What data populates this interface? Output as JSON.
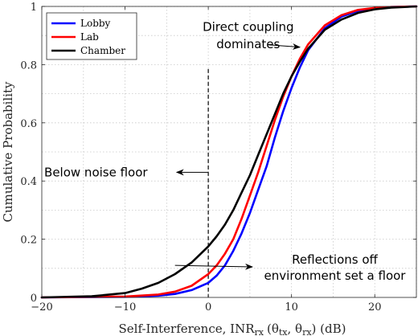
{
  "chart_data": {
    "type": "line",
    "xlabel_main": "Self-Interference, INR",
    "xlabel_sub": "rx",
    "xlabel_args": [
      "(θ",
      "tx",
      ", θ",
      "rx",
      ") (dB)"
    ],
    "ylabel": "Cumulative Probability",
    "xlim": [
      -20,
      25
    ],
    "ylim": [
      0,
      1
    ],
    "xticks": [
      -20,
      -10,
      0,
      10,
      20
    ],
    "yticks": [
      0,
      0.2,
      0.4,
      0.6,
      0.8,
      1
    ],
    "ytick_labels": [
      "0",
      "0.2",
      "0.4",
      "0.6",
      "0.8",
      "1"
    ],
    "grid": true,
    "legend_position": "top-left",
    "vline_x": 0,
    "series": [
      {
        "name": "Lobby",
        "color": "#0000ff",
        "x": [
          -20,
          -10,
          -6,
          -4,
          -2,
          0,
          1,
          2,
          3,
          4,
          5,
          6,
          7,
          8,
          9,
          10,
          11,
          12,
          14,
          16,
          18,
          20,
          22,
          25
        ],
        "y": [
          0,
          0.002,
          0.006,
          0.012,
          0.025,
          0.05,
          0.075,
          0.11,
          0.16,
          0.22,
          0.29,
          0.37,
          0.45,
          0.55,
          0.64,
          0.72,
          0.79,
          0.85,
          0.925,
          0.965,
          0.985,
          0.994,
          0.998,
          1.0
        ]
      },
      {
        "name": "Lab",
        "color": "#ff0000",
        "x": [
          -20,
          -10,
          -6,
          -4,
          -2,
          0,
          1,
          2,
          3,
          4,
          5,
          6,
          7,
          8,
          9,
          10,
          11,
          12,
          14,
          16,
          18,
          20,
          22,
          25
        ],
        "y": [
          0,
          0.003,
          0.01,
          0.02,
          0.04,
          0.08,
          0.11,
          0.15,
          0.2,
          0.27,
          0.35,
          0.43,
          0.52,
          0.61,
          0.69,
          0.76,
          0.82,
          0.87,
          0.935,
          0.97,
          0.988,
          0.995,
          0.998,
          1.0
        ]
      },
      {
        "name": "Chamber",
        "color": "#000000",
        "x": [
          -20,
          -14,
          -10,
          -8,
          -6,
          -4,
          -2,
          0,
          1,
          2,
          3,
          4,
          5,
          6,
          7,
          8,
          9,
          10,
          11,
          12,
          14,
          16,
          18,
          20,
          22,
          25
        ],
        "y": [
          0,
          0.004,
          0.015,
          0.03,
          0.05,
          0.08,
          0.12,
          0.175,
          0.21,
          0.25,
          0.3,
          0.36,
          0.42,
          0.49,
          0.56,
          0.63,
          0.7,
          0.76,
          0.81,
          0.855,
          0.92,
          0.955,
          0.978,
          0.99,
          0.996,
          1.0
        ]
      }
    ],
    "annotations": [
      {
        "lines": [
          "Direct coupling",
          "dominates"
        ],
        "text_x": 4.8,
        "text_y": [
          0.93,
          0.87
        ],
        "arrow_from": [
          7.2,
          0.868
        ],
        "arrow_to": [
          11.0,
          0.86
        ]
      },
      {
        "lines": [
          "Below noise floor"
        ],
        "text_x": -13.5,
        "text_y": [
          0.43
        ],
        "arrow_from": [
          0.0,
          0.43
        ],
        "arrow_to": [
          -3.8,
          0.43
        ]
      },
      {
        "lines": [
          "Reflections off",
          "environment set a floor"
        ],
        "text_x": 15.2,
        "text_y": [
          0.13,
          0.075
        ],
        "arrow_from": [
          -4.0,
          0.11
        ],
        "arrow_to": [
          5.3,
          0.105
        ]
      }
    ]
  }
}
